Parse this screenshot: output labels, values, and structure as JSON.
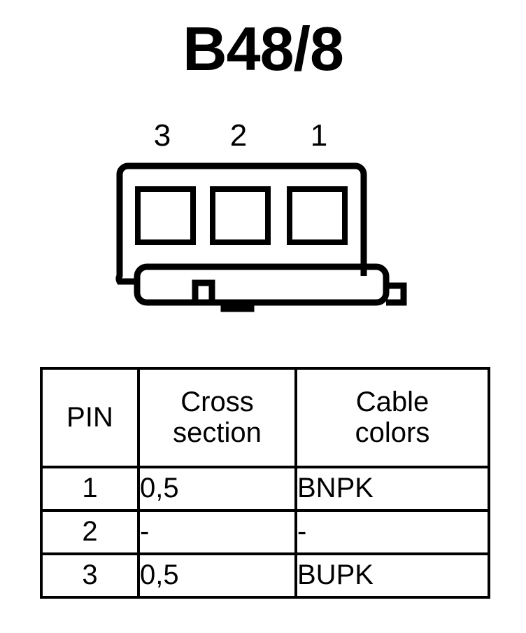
{
  "title": "B48/8",
  "connector": {
    "name": "connector-diagram",
    "pin_labels": [
      "3",
      "2",
      "1"
    ],
    "slot_count": 3,
    "line_color": "#000000"
  },
  "table": {
    "headers": [
      "PIN",
      "Cross section",
      "Cable colors"
    ],
    "header_lines": {
      "pin": [
        "PIN"
      ],
      "cross": [
        "Cross",
        "section"
      ],
      "colors": [
        "Cable",
        "colors"
      ]
    },
    "rows": [
      {
        "pin": "1",
        "cross_section": "0,5",
        "cable_colors": "BNPK"
      },
      {
        "pin": "2",
        "cross_section": "-",
        "cable_colors": "-"
      },
      {
        "pin": "3",
        "cross_section": "0,5",
        "cable_colors": "BUPK"
      }
    ]
  }
}
